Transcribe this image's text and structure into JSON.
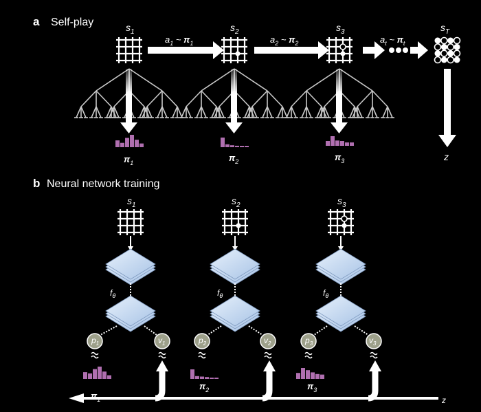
{
  "panel_a": {
    "letter": "a",
    "title": "Self-play",
    "states": [
      {
        "label": "s",
        "sub": "1"
      },
      {
        "label": "s",
        "sub": "2"
      },
      {
        "label": "s",
        "sub": "3"
      },
      {
        "label": "s",
        "sub": "T"
      }
    ],
    "moves": [
      {
        "a": "a",
        "a_sub": "1",
        "op": " ~ ",
        "pi": "π",
        "pi_sub": "1"
      },
      {
        "a": "a",
        "a_sub": "2",
        "op": " ~ ",
        "pi": "π",
        "pi_sub": "2"
      },
      {
        "a": "a",
        "a_sub": "t",
        "op": " ~ ",
        "pi": "π",
        "pi_sub": "t"
      }
    ],
    "search_policies": [
      {
        "label": "π",
        "sub": "1",
        "bars": [
          0.55,
          0.35,
          0.75,
          1.0,
          0.6,
          0.3
        ]
      },
      {
        "label": "π",
        "sub": "2",
        "bars": [
          1.0,
          0.3,
          0.2,
          0.15,
          0.1,
          0.1
        ]
      },
      {
        "label": "π",
        "sub": "3",
        "bars": [
          0.5,
          1.0,
          0.55,
          0.5,
          0.35,
          0.35
        ]
      }
    ],
    "outcome": "z"
  },
  "panel_b": {
    "letter": "b",
    "title": "Neural network training",
    "states": [
      {
        "label": "s",
        "sub": "1"
      },
      {
        "label": "s",
        "sub": "2"
      },
      {
        "label": "s",
        "sub": "3"
      }
    ],
    "network_label": "f",
    "network_sub": "θ",
    "policies": [
      {
        "p": "p",
        "p_sub": "1",
        "v": "v",
        "v_sub": "1",
        "pi": "π",
        "pi_sub": "1",
        "bars": [
          0.55,
          0.45,
          0.8,
          1.0,
          0.6,
          0.3
        ]
      },
      {
        "p": "p",
        "p_sub": "2",
        "v": "v",
        "v_sub": "2",
        "pi": "π",
        "pi_sub": "2",
        "bars": [
          1.0,
          0.3,
          0.25,
          0.2,
          0.1,
          0.1
        ]
      },
      {
        "p": "p",
        "p_sub": "3",
        "v": "v",
        "v_sub": "3",
        "pi": "π",
        "pi_sub": "3",
        "bars": [
          0.55,
          1.0,
          0.8,
          0.6,
          0.45,
          0.4
        ]
      }
    ],
    "outcome": "z"
  },
  "colors": {
    "background": "#000000",
    "foreground": "#ffffff",
    "policy_bars": "#b06fb0",
    "node_fill": "#9da08a",
    "layer_blue": "#c9dcf2"
  }
}
